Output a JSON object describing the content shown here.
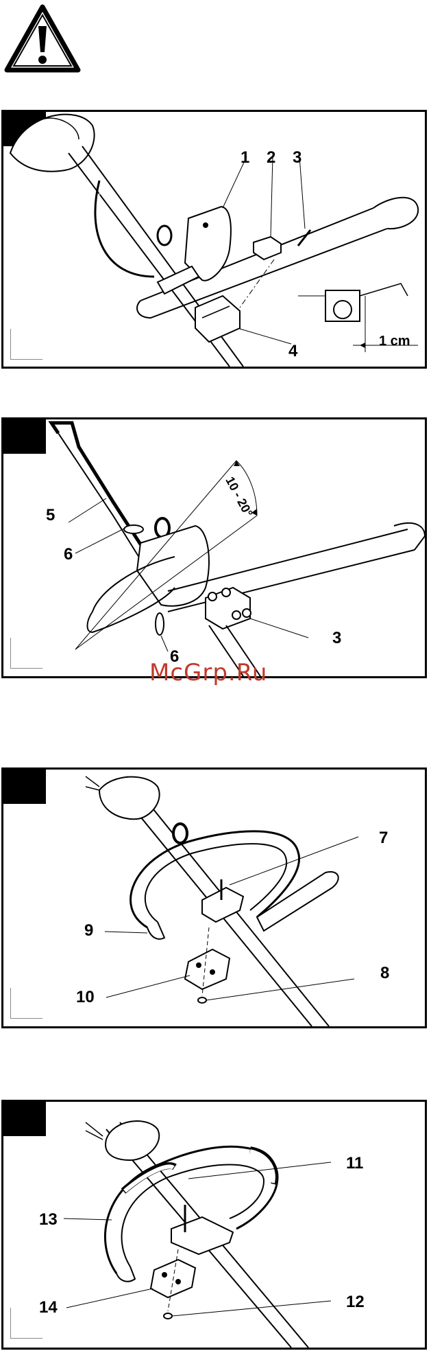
{
  "warning": {
    "icon": "warning-triangle-icon"
  },
  "watermark": "McGrp.Ru",
  "figures": [
    {
      "callouts": [
        "1",
        "2",
        "3",
        "4"
      ],
      "dimension_label": "1 cm"
    },
    {
      "callouts": [
        "5",
        "6",
        "3",
        "6"
      ],
      "angle_label": "10 - 20°"
    },
    {
      "callouts": [
        "7",
        "9",
        "10",
        "8"
      ]
    },
    {
      "callouts": [
        "11",
        "13",
        "14",
        "12"
      ]
    }
  ],
  "colors": {
    "ink": "#000000",
    "watermark": "#c0392b",
    "paper": "#ffffff"
  }
}
